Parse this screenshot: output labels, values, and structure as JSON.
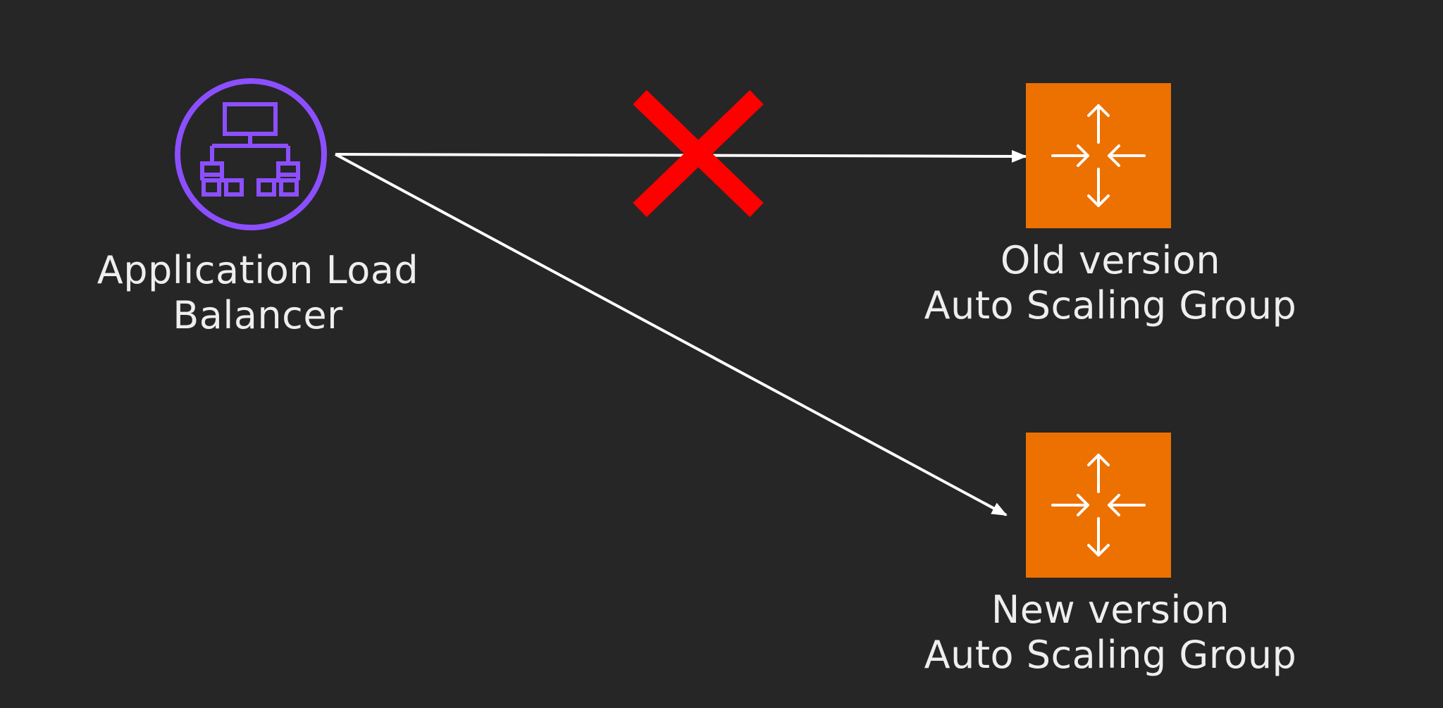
{
  "background_color": "#262626",
  "colors": {
    "load_balancer": "#8c4fff",
    "auto_scaling": "#ed7100",
    "arrow": "#ffffff",
    "blocked_marker": "#ff0000",
    "label_text": "#eeeeee"
  },
  "nodes": {
    "load_balancer": {
      "icon": "application-load-balancer-icon",
      "label_lines": [
        "Application Load",
        "Balancer"
      ]
    },
    "old_group": {
      "icon": "auto-scaling-icon",
      "label_lines": [
        "Old version",
        "Auto Scaling Group"
      ]
    },
    "new_group": {
      "icon": "auto-scaling-icon",
      "label_lines": [
        "New version",
        "Auto Scaling Group"
      ]
    }
  },
  "edges": [
    {
      "from": "load_balancer",
      "to": "old_group",
      "status": "blocked",
      "marker_icon": "red-x-icon"
    },
    {
      "from": "load_balancer",
      "to": "new_group",
      "status": "active"
    }
  ]
}
